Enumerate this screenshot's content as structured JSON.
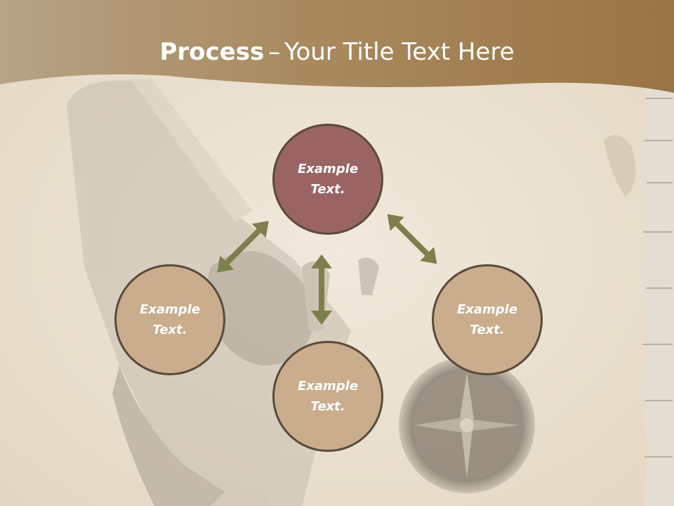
{
  "title": {
    "bold": "Process",
    "separator": "–",
    "rest": "Your Title Text Here"
  },
  "nodes": [
    {
      "id": "top",
      "label": "Example Text."
    },
    {
      "id": "left",
      "label": "Example Text."
    },
    {
      "id": "bottom",
      "label": "Example Text."
    },
    {
      "id": "right",
      "label": "Example Text."
    }
  ],
  "colors": {
    "header": "#9b7a4f",
    "node_highlight": "#9a6464",
    "node_default": "#c9ad8c",
    "node_border": "#5a4a3b",
    "arrow": "#7d7f4c"
  },
  "icons": [
    "double-arrow-icon"
  ]
}
